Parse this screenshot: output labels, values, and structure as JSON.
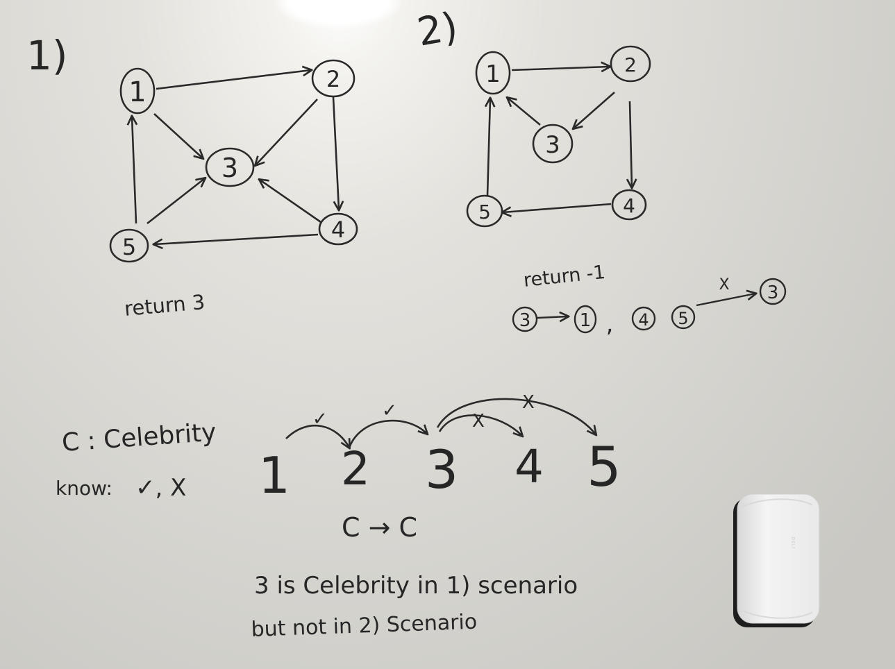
{
  "scenario1": {
    "label": "1)",
    "nodes": [
      "1",
      "2",
      "3",
      "4",
      "5"
    ],
    "edges": [
      [
        "1",
        "2"
      ],
      [
        "1",
        "3"
      ],
      [
        "2",
        "3"
      ],
      [
        "2",
        "4"
      ],
      [
        "4",
        "3"
      ],
      [
        "4",
        "5"
      ],
      [
        "5",
        "3"
      ],
      [
        "5",
        "1"
      ]
    ],
    "result": "return 3"
  },
  "scenario2": {
    "label": "2)",
    "nodes": [
      "1",
      "2",
      "3",
      "4",
      "5"
    ],
    "edges": [
      [
        "1",
        "2"
      ],
      [
        "2",
        "3"
      ],
      [
        "3",
        "1"
      ],
      [
        "2",
        "4"
      ],
      [
        "4",
        "5"
      ],
      [
        "5",
        "1"
      ]
    ],
    "result": "return -1",
    "note": {
      "first_from": "3",
      "first_to": "1",
      "comma": ",",
      "second_from_a": "4",
      "second_from_b": "5",
      "cross": "X",
      "second_to": "3"
    }
  },
  "legend": {
    "celebrity": "C : Celebrity",
    "know": "know:",
    "know_marks": "✓, X"
  },
  "sequence": {
    "numbers": [
      "1",
      "2",
      "3",
      "4",
      "5"
    ],
    "marks": [
      "✓",
      "✓",
      "X",
      "X"
    ],
    "transition": "C → C"
  },
  "conclusion": {
    "line1": "3 is Celebrity in 1) scenario",
    "line2": "but not in 2) Scenario"
  },
  "eraser": {
    "brand": "DELI"
  }
}
